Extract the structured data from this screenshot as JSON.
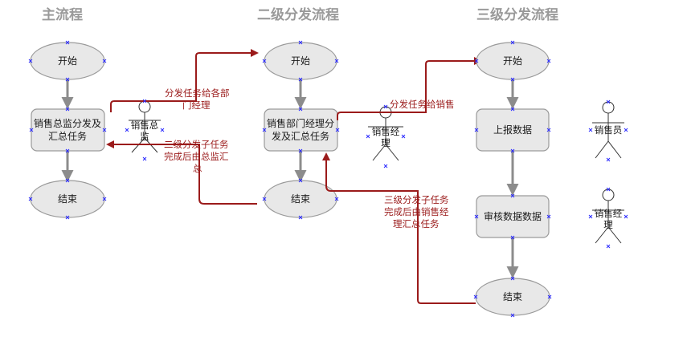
{
  "headings": {
    "main": "主流程",
    "second": "二级分发流程",
    "third": "三级分发流程"
  },
  "nodes": {
    "main_start": "开始",
    "main_task_line1": "销售总监分发及",
    "main_task_line2": "汇总任务",
    "main_end": "结束",
    "second_start": "开始",
    "second_task_line1": "销售部门经理分",
    "second_task_line2": "发及汇总任务",
    "second_end": "结束",
    "third_start": "开始",
    "third_report": "上报数据",
    "third_review": "审核数据数据",
    "third_end": "结束"
  },
  "actors": {
    "director_line1": "销售总",
    "director_line2": "监",
    "manager_line1": "销售经",
    "manager_line2": "理",
    "salesperson": "销售员",
    "manager2_line1": "销售经",
    "manager2_line2": "理"
  },
  "labels": {
    "dispatch_dept_line1": "分发任务给各部",
    "dispatch_dept_line2": "门经理",
    "summary_director_line1": "二级分发子任务",
    "summary_director_line2": "完成后由总监汇",
    "summary_director_line3": "总",
    "dispatch_sales": "分发任务给销售",
    "summary_manager_line1": "三级分发子任务",
    "summary_manager_line2": "完成后由销售经",
    "summary_manager_line3": "理汇总任务"
  },
  "colors": {
    "node_fill": "#e8e8e8",
    "node_stroke": "#9a9a9a",
    "flow_arrow": "#8c8c8c",
    "cross_arrow": "#9b1b1b",
    "heading": "#9a9a9a",
    "marker": "#2a2aff"
  }
}
